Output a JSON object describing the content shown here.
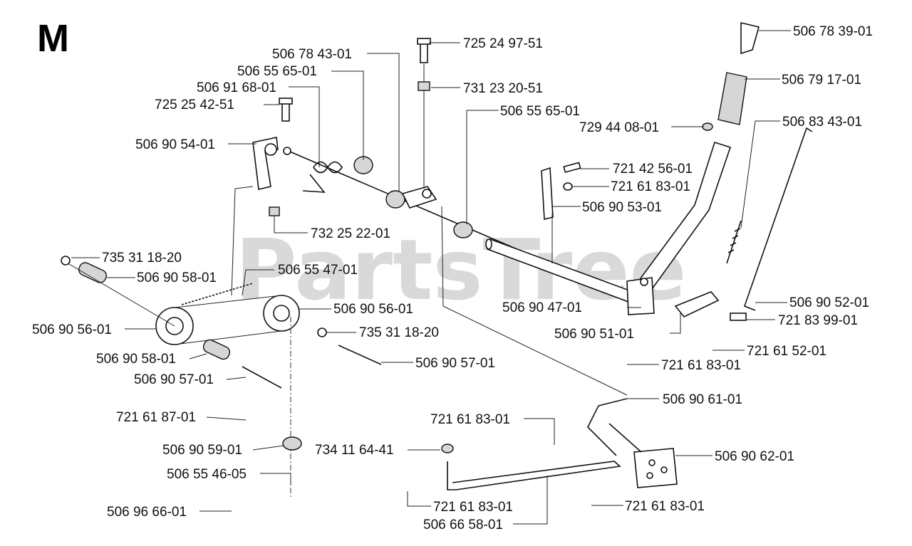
{
  "section_letter": "M",
  "watermark": "PartsTree",
  "parts": [
    {
      "id": "p01",
      "number": "506 78 39-01"
    },
    {
      "id": "p02",
      "number": "725 24 97-51"
    },
    {
      "id": "p03",
      "number": "506 78 43-01"
    },
    {
      "id": "p04",
      "number": "506 55 65-01"
    },
    {
      "id": "p05",
      "number": "731 23 20-51"
    },
    {
      "id": "p06",
      "number": "506 79 17-01"
    },
    {
      "id": "p07",
      "number": "506 91 68-01"
    },
    {
      "id": "p08",
      "number": "725 25 42-51"
    },
    {
      "id": "p09",
      "number": "506 55 65-01"
    },
    {
      "id": "p10",
      "number": "729 44 08-01"
    },
    {
      "id": "p11",
      "number": "506 83 43-01"
    },
    {
      "id": "p12",
      "number": "506 90 54-01"
    },
    {
      "id": "p13",
      "number": "721 42 56-01"
    },
    {
      "id": "p14",
      "number": "721 61 83-01"
    },
    {
      "id": "p15",
      "number": "506 90 53-01"
    },
    {
      "id": "p16",
      "number": "732 25 22-01"
    },
    {
      "id": "p17",
      "number": "735 31 18-20"
    },
    {
      "id": "p18",
      "number": "506 55 47-01"
    },
    {
      "id": "p19",
      "number": "506 90 58-01"
    },
    {
      "id": "p20",
      "number": "506 90 52-01"
    },
    {
      "id": "p21",
      "number": "506 90 56-01"
    },
    {
      "id": "p22",
      "number": "506 90 47-01"
    },
    {
      "id": "p23",
      "number": "721 83 99-01"
    },
    {
      "id": "p24",
      "number": "506 90 56-01"
    },
    {
      "id": "p25",
      "number": "735 31 18-20"
    },
    {
      "id": "p26",
      "number": "506 90 51-01"
    },
    {
      "id": "p27",
      "number": "721 61 52-01"
    },
    {
      "id": "p28",
      "number": "506 90 58-01"
    },
    {
      "id": "p29",
      "number": "506 90 57-01"
    },
    {
      "id": "p30",
      "number": "721 61 83-01"
    },
    {
      "id": "p31",
      "number": "506 90 57-01"
    },
    {
      "id": "p32",
      "number": "506 90 61-01"
    },
    {
      "id": "p33",
      "number": "721 61 87-01"
    },
    {
      "id": "p34",
      "number": "721 61 83-01"
    },
    {
      "id": "p35",
      "number": "734 11 64-41"
    },
    {
      "id": "p36",
      "number": "506 90 59-01"
    },
    {
      "id": "p37",
      "number": "506 90 62-01"
    },
    {
      "id": "p38",
      "number": "506 55 46-05"
    },
    {
      "id": "p39",
      "number": "721 61 83-01"
    },
    {
      "id": "p40",
      "number": "506 96 66-01"
    },
    {
      "id": "p41",
      "number": "721 61 83-01"
    },
    {
      "id": "p42",
      "number": "506 66 58-01"
    }
  ]
}
